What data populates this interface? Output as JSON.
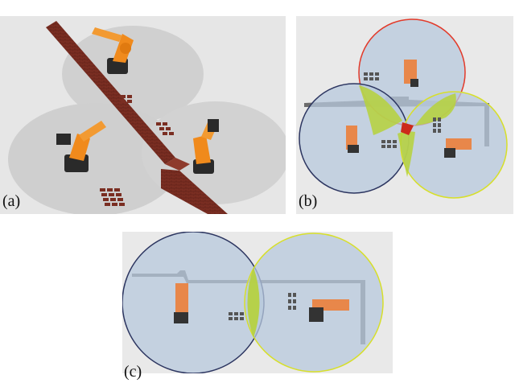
{
  "figure": {
    "panels": [
      {
        "label": "(a)",
        "view": "perspective",
        "robots": 3,
        "brick_pallets": 3,
        "wall_color": "#7a2e22",
        "robot_color": "#f08a1c"
      },
      {
        "label": "(b)",
        "view": "top",
        "robots": 3,
        "zone_colors": [
          "#e23a2a",
          "#2c3560",
          "#d7df2a"
        ],
        "overlap_colors": [
          "#b6d23a",
          "#cc2a1a"
        ]
      },
      {
        "label": "(c)",
        "view": "top",
        "robots": 2,
        "zone_colors": [
          "#2c3560",
          "#d7df2a"
        ],
        "overlap_colors": [
          "#b6d23a"
        ]
      }
    ]
  }
}
